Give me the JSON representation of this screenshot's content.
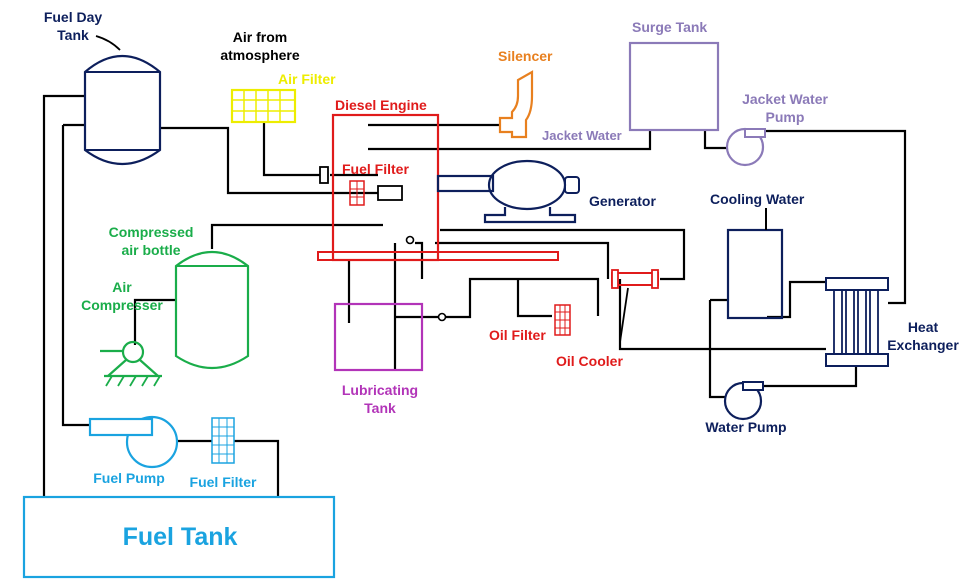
{
  "colors": {
    "navy": "#0d1f5c",
    "black": "#000000",
    "red": "#e01b1b",
    "green": "#1aad4a",
    "cyan": "#1aa3e0",
    "yellow": "#eded00",
    "orange": "#e8801f",
    "purple": "#8b7ab8",
    "magenta": "#b234b8"
  },
  "labels": {
    "fuel_day_tank_line1": "Fuel Day",
    "fuel_day_tank_line2": "Tank",
    "air_from_line1": "Air from",
    "air_from_line2": "atmosphere",
    "air_filter": "Air Filter",
    "silencer": "Silencer",
    "surge_tank": "Surge Tank",
    "jacket_water_pump_line1": "Jacket Water",
    "jacket_water_pump_line2": "Pump",
    "diesel_engine": "Diesel Engine",
    "jacket_water": "Jacket Water",
    "fuel_filter_engine": "Fuel Filter",
    "generator": "Generator",
    "cooling_water": "Cooling Water",
    "compressed_air_line1": "Compressed",
    "compressed_air_line2": "air bottle",
    "air_compressor_line1": "Air",
    "air_compressor_line2": "Compresser",
    "heat_exchanger_line1": "Heat",
    "heat_exchanger_line2": "Exchanger",
    "oil_filter": "Oil Filter",
    "oil_cooler": "Oil Cooler",
    "lubricating_tank_line1": "Lubricating",
    "lubricating_tank_line2": "Tank",
    "water_pump": "Water Pump",
    "fuel_pump": "Fuel Pump",
    "fuel_filter_bottom": "Fuel Filter",
    "fuel_tank": "Fuel Tank"
  }
}
